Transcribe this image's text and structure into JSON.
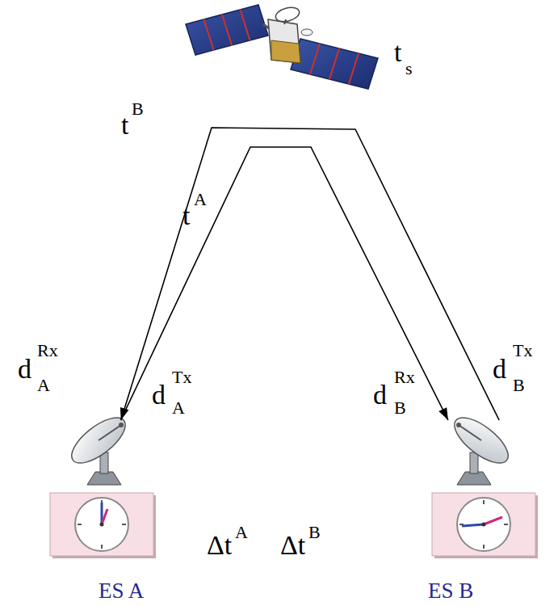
{
  "diagram": {
    "nodes": [
      {
        "text": [
          "ES A"
        ]
      },
      {
        "text": [
          "ES B"
        ]
      }
    ],
    "edges": [
      {
        "from": 1,
        "to": 0,
        "arrow": "to"
      },
      {
        "from": 0,
        "to": 1,
        "arrow": "to"
      }
    ],
    "labels": [
      "t",
      "s",
      "t",
      "B",
      "t",
      "A",
      "d",
      "Rx",
      "A",
      "d",
      "Tx",
      "A",
      "d",
      "Rx",
      "B",
      "d",
      "Tx",
      "B",
      "Δt",
      "A",
      "Δt",
      "B"
    ]
  }
}
